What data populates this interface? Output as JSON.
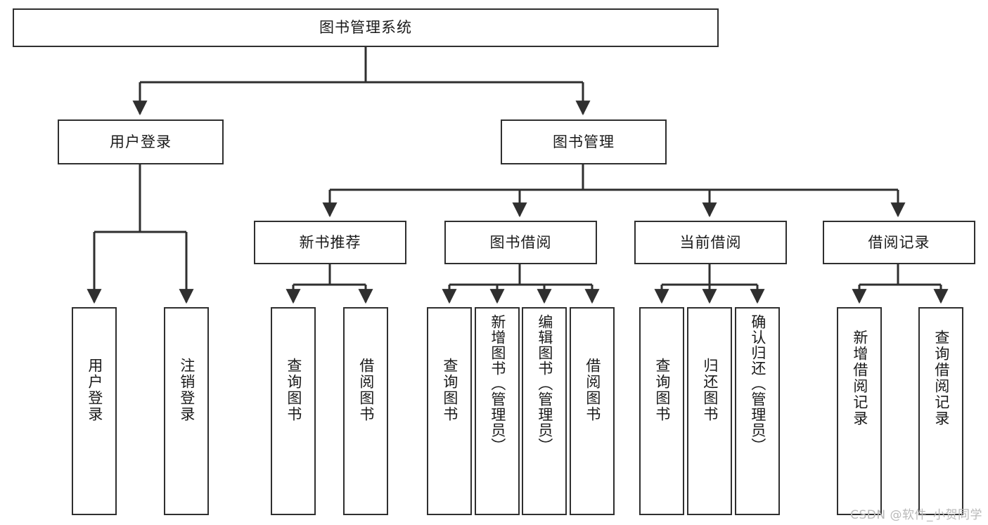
{
  "diagram": {
    "title": "图书管理系统",
    "type": "tree-hierarchy-diagram",
    "watermark": "CSDN @软件_小贺同学",
    "colors": {
      "stroke": "#2f2f2f",
      "fill": "#ffffff",
      "text": "#1a1a1a",
      "watermark": "#b9b9b9"
    },
    "nodes": {
      "root": {
        "label": "图书管理系统",
        "orientation": "horizontal"
      },
      "level2": [
        {
          "id": "user-login",
          "label": "用户登录",
          "orientation": "horizontal"
        },
        {
          "id": "book-manage",
          "label": "图书管理",
          "orientation": "horizontal"
        }
      ],
      "level3": [
        {
          "id": "new-book-recommend",
          "label": "新书推荐",
          "orientation": "horizontal"
        },
        {
          "id": "book-borrow",
          "label": "图书借阅",
          "orientation": "horizontal"
        },
        {
          "id": "current-borrow",
          "label": "当前借阅",
          "orientation": "horizontal"
        },
        {
          "id": "borrow-record",
          "label": "借阅记录",
          "orientation": "horizontal"
        }
      ],
      "leaves": [
        {
          "id": "leaf-user-login",
          "label": "用户登录",
          "parent": "user-login",
          "orientation": "vertical"
        },
        {
          "id": "leaf-user-logout",
          "label": "注销登录",
          "parent": "user-login",
          "orientation": "vertical"
        },
        {
          "id": "leaf-query-book-1",
          "label": "查询图书",
          "parent": "new-book-recommend",
          "orientation": "vertical"
        },
        {
          "id": "leaf-borrow-book-1",
          "label": "借阅图书",
          "parent": "new-book-recommend",
          "orientation": "vertical"
        },
        {
          "id": "leaf-query-book-2",
          "label": "查询图书",
          "parent": "book-borrow",
          "orientation": "vertical"
        },
        {
          "id": "leaf-add-book",
          "label": "新增图书（管理员）",
          "parent": "book-borrow",
          "orientation": "vertical"
        },
        {
          "id": "leaf-edit-book",
          "label": "编辑图书（管理员）",
          "parent": "book-borrow",
          "orientation": "vertical"
        },
        {
          "id": "leaf-borrow-book-2",
          "label": "借阅图书",
          "parent": "book-borrow",
          "orientation": "vertical"
        },
        {
          "id": "leaf-query-book-3",
          "label": "查询图书",
          "parent": "current-borrow",
          "orientation": "vertical"
        },
        {
          "id": "leaf-return-book",
          "label": "归还图书",
          "parent": "current-borrow",
          "orientation": "vertical"
        },
        {
          "id": "leaf-confirm-return",
          "label": "确认归还（管理员）",
          "parent": "current-borrow",
          "orientation": "vertical"
        },
        {
          "id": "leaf-add-record",
          "label": "新增借阅记录",
          "parent": "borrow-record",
          "orientation": "vertical"
        },
        {
          "id": "leaf-query-record",
          "label": "查询借阅记录",
          "parent": "borrow-record",
          "orientation": "vertical"
        }
      ]
    }
  }
}
